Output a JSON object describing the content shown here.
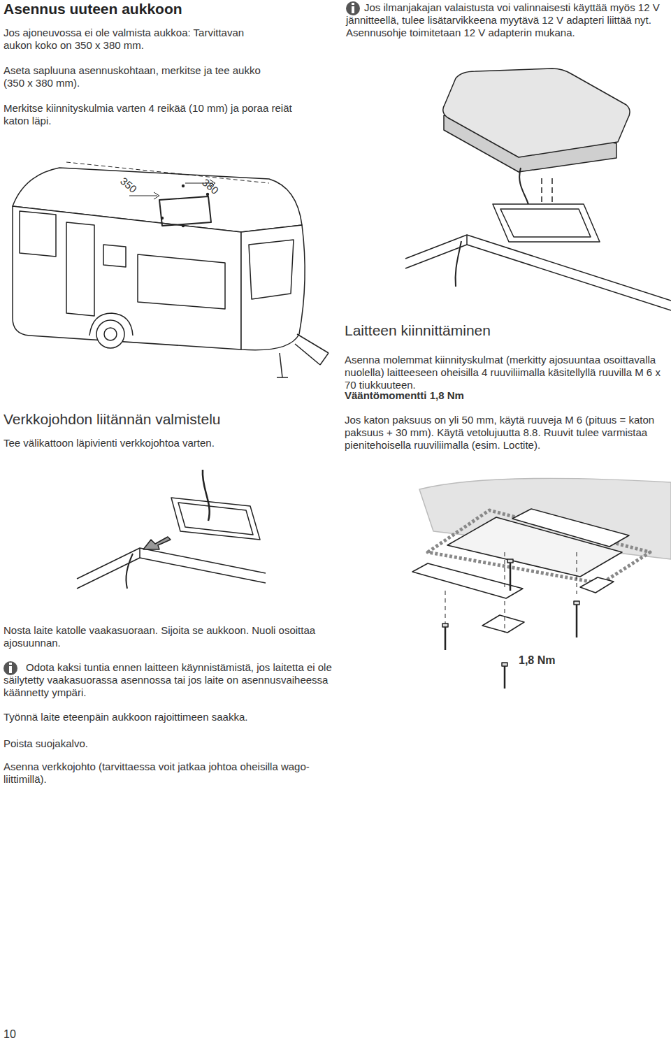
{
  "diagram": {
    "title": "Asennus uuteen aukkoon",
    "labels": [
      "Jos ajoneuvossa ei ole valmista aukkoa: Tarvittavan aukon koko on 350 x 380 mm.",
      "Aseta sapluuna asennuskohtaan, merkitse ja tee aukko (350 x 380 mm).",
      "Merkitse kiinnityskulmia varten 4 reikää (10 mm) ja poraa reiät katon läpi.",
      "Jos ilmanjakajan valaistusta voi valinnaisesti käyttää myös 12 V jännitteellä, tulee lisätarvikkeena myytävä 12 V adapteri liittää nyt. Asennusohje toimitetaan 12 V adapterin mukana.",
      "350",
      "380",
      "Laitteen kiinnittäminen",
      "Asenna molemmat kiinnityskulmat (merkitty ajosuuntaa osoittavalla nuolella) laitteeseen oheisilla 4 ruuviliimalla käsitellyllä ruuvilla M 6 x 70 tiukkuuteen.",
      "Vääntömomentti 1,8 Nm",
      "Jos katon paksuus on yli 50 mm, käytä ruuveja M 6 (pituus = katon paksuus + 30 mm). Käytä vetolujuutta 8.8. Ruuvit tulee varmistaa pienitehoisella ruuviliimalla (esim. Loctite).",
      "Verkkojohdon liitännän valmistelu",
      "Tee välikattoon läpivienti verkkojohtoa varten.",
      "Nosta laite katolle vaakasuoraan. Sijoita se aukkoon. Nuoli osoittaa ajosuunnan.",
      "Odota kaksi tuntia ennen laitteen käynnistämistä, jos laitetta ei ole säilytetty vaakasuorassa asennossa tai jos laite on asennusvaiheessa käännetty ympäri.",
      "Työnnä laite eteenpäin aukkoon rajoittimeen saakka.",
      "Poista suojakalvo.",
      "Asenna verkkojohto (tarvittaessa voit jatkaa johtoa oheisilla wago-liittimillä).",
      "1,8 Nm",
      "10"
    ]
  }
}
